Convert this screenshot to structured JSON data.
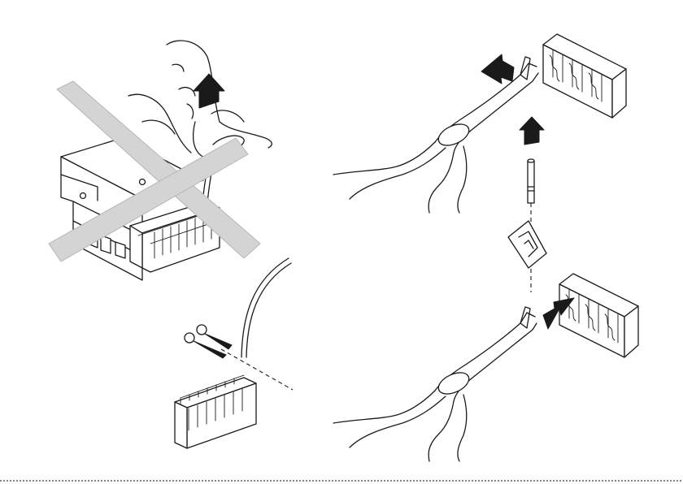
{
  "figure": {
    "panels": [
      {
        "id": "do-not-pull-wire",
        "crossed_out": true
      },
      {
        "id": "cut-wire-at-connector"
      },
      {
        "id": "remove-terminal-with-pliers"
      },
      {
        "id": "insert-terminal-with-pliers"
      }
    ],
    "icons": [
      "cross-out-icon",
      "up-arrow-icon",
      "scissors-icon",
      "left-arrow-icon",
      "right-arrow-icon",
      "pliers-icon",
      "hand-icon",
      "connector-icon",
      "terminal-pin-icon",
      "retaining-clip-icon"
    ],
    "colors": {
      "ink": "#1a1a1a",
      "cross_grey": "#d4d4d4",
      "background": "#ffffff"
    }
  }
}
